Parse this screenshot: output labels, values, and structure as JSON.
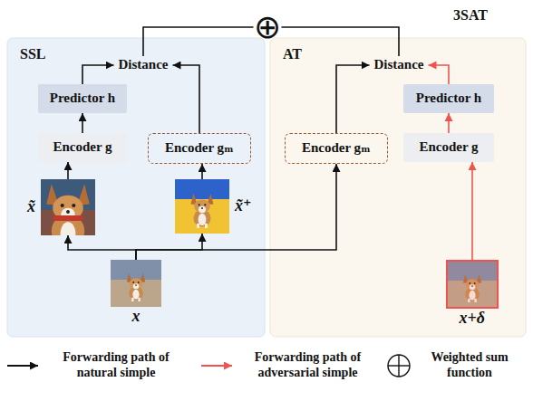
{
  "diagram": {
    "title": "3SAT",
    "nodes": [
      {
        "text": [
          "⊕"
        ]
      },
      {
        "text": [
          "SSL"
        ]
      },
      {
        "text": [
          "Distance"
        ],
        "in": 1
      },
      {
        "text": [
          "Predictor h"
        ],
        "in": 1
      },
      {
        "text": [
          "Encoder g"
        ],
        "in": 1
      },
      {
        "text": [
          "Encoder gₘ"
        ],
        "in": 1
      },
      {
        "text": [
          "x̃"
        ],
        "in": 1
      },
      {
        "text": [
          "x̃⁺"
        ],
        "in": 1
      },
      {
        "text": [
          "x"
        ],
        "in": 1
      },
      {
        "text": [
          "AT"
        ]
      },
      {
        "text": [
          "Distance"
        ],
        "in": 9
      },
      {
        "text": [
          "Encoder gₘ"
        ],
        "in": 9
      },
      {
        "text": [
          "Predictor h"
        ],
        "in": 9
      },
      {
        "text": [
          "Encoder g"
        ],
        "in": 9
      },
      {
        "text": [
          "x+δ"
        ],
        "in": 9
      }
    ],
    "edges": [
      {
        "from": 8,
        "to": 6,
        "arrow": "to"
      },
      {
        "from": 8,
        "to": 7,
        "arrow": "to"
      },
      {
        "from": 8,
        "to": 11,
        "arrow": "to"
      },
      {
        "from": 6,
        "to": 4,
        "arrow": "to"
      },
      {
        "from": 4,
        "to": 3,
        "arrow": "to"
      },
      {
        "from": 3,
        "to": 2,
        "arrow": "to"
      },
      {
        "from": 7,
        "to": 5,
        "arrow": "to"
      },
      {
        "from": 5,
        "to": 2,
        "arrow": "to"
      },
      {
        "from": 2,
        "to": 0,
        "arrow": "none"
      },
      {
        "from": 10,
        "to": 0,
        "arrow": "none"
      },
      {
        "from": 11,
        "to": 10,
        "arrow": "to"
      },
      {
        "from": 14,
        "to": 13,
        "arrow": "to"
      },
      {
        "from": 13,
        "to": 12,
        "arrow": "to"
      },
      {
        "from": 12,
        "to": 10,
        "arrow": "to"
      }
    ],
    "legend": [
      {
        "text": "Forwarding path of natural simple"
      },
      {
        "text": "Forwarding path of adversarial simple"
      },
      {
        "text": "Weighted sum function"
      }
    ]
  }
}
